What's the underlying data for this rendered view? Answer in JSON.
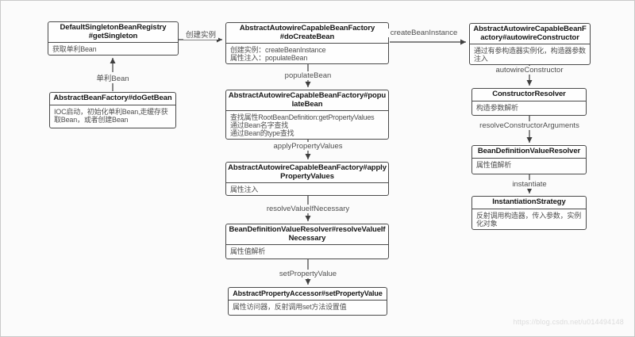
{
  "nodes": {
    "getSingleton": {
      "title": "DefaultSingletonBeanRegistry\n#getSingleton",
      "body": "获取单利Bean"
    },
    "doGetBean": {
      "title": "AbstractBeanFactory#doGetBean",
      "body": "IOC启动，初始化单利Bean,走缓存获取Bean，或者创建Bean"
    },
    "doCreateBean": {
      "title": "AbstractAutowireCapableBeanFactory\n#doCreateBean",
      "body": "创建实例：createBeanInstance\n属性注入：populateBean"
    },
    "populateBean": {
      "title": "AbstractAutowireCapableBeanFactory#populateBean",
      "body": "查找属性RootBeanDefinition:getPropertyValues\n通过Bean名字查找\n通过Bean的type查找"
    },
    "applyPropertyValues": {
      "title": "AbstractAutowireCapableBeanFactory#applyPropertyValues",
      "body": "属性注入"
    },
    "resolveValueIfNecessary": {
      "title": "BeanDefinitionValueResolver#resolveValueIfNecessary",
      "body": "属性值解析"
    },
    "setPropertyValue": {
      "title": "AbstractPropertyAccessor#setPropertyValue",
      "body": "属性访问器，反射调用set方法设置值"
    },
    "autowireConstructor": {
      "title": "AbstractAutowireCapableBeanFactory#autowireConstructor",
      "body": "通过有参构造器实例化，构造器参数注入"
    },
    "constructorResolver": {
      "title": "ConstructorResolver",
      "body": "构造参数解析"
    },
    "beanDefinitionValueResolver": {
      "title": "BeanDefinitionValueResolver",
      "body": "属性值解析"
    },
    "instantiationStrategy": {
      "title": "InstantiationStrategy",
      "body": "反射调用构造器，传入参数，实例化对象"
    }
  },
  "edges": {
    "singletonBean": "单利Bean",
    "createInstance": "创建实例",
    "populateBean": "populateBean",
    "applyPropertyValues": "applyPropertyValues",
    "resolveValueIfNecessary": "resolveValueIfNecessary",
    "setPropertyValue": "setPropertyValue",
    "createBeanInstance": "createBeanInstance",
    "autowireConstructor": "autowireConstructor",
    "resolveConstructorArguments": "resolveConstructorArguments",
    "instantiate": "instantiate"
  },
  "watermark": "https://blog.csdn.net/u014494148"
}
